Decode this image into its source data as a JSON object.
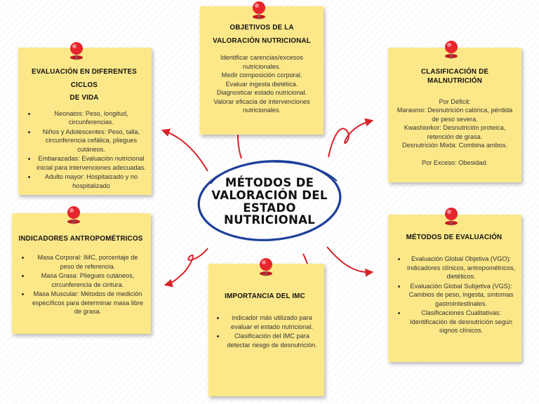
{
  "center": {
    "lines": [
      "MÉTODOS DE",
      "VALORACIÓN DEL",
      "ESTADO NUTRICIONAL"
    ]
  },
  "notes": {
    "objetivos": {
      "title_lines": [
        "OBJETIVOS DE LA",
        "VALORACIÓN NUTRICIONAL"
      ],
      "lines": [
        "Identificar carencias/excesos nutricionales.",
        "Medir composición corporal.",
        "Evaluar ingesta dietética.",
        "Diagnosticar estado nutricional.",
        "Valorar eficacia de intervenciones nutricionales."
      ]
    },
    "evaluacion": {
      "title_lines": [
        "EVALUACIÓN EN DIFERENTES CICLOS",
        "DE VIDA"
      ],
      "items": [
        "Neonatos: Peso, longitud, circunferencias.",
        "Niños y Adolescentes: Peso, talla, circunferencia cefálica, pliegues cutáneos.",
        "Embarazadas: Evaluación nutricional inicial para intervenciones adecuadas.",
        "Adulto mayor: Hospitaizado y no hospitalizado"
      ]
    },
    "clasificacion": {
      "title_lines": [
        "CLASIFICACIÓN DE MALNUTRICIÓN"
      ],
      "lines": [
        "Por Déficit:",
        "Marasmo: Desnutrición calórica, pérdida de peso severa.",
        "Kwashiorkor: Desnutrición proteica, retención de grasa.",
        "Desnutrición Mixta: Combina ambos.",
        "",
        "Por Exceso: Obesidad."
      ]
    },
    "indicadores": {
      "title_lines": [
        "INDICADORES ANTROPOMÉTRICOS"
      ],
      "items": [
        "Masa Corporal: IMC, porcentaje de peso de referencia.",
        "Masa Grasa: Pliegues cutáneos, circunferencia de cintura.",
        "Masa Muscular: Métodos de medición específicos para determinar masa libre de grasa."
      ]
    },
    "importancia": {
      "title_lines": [
        "IMPORTANCIA DEL IMC"
      ],
      "items": [
        "indicador más utilizado para evaluar el estado nutricional.",
        "Clasificación del IMC para detectar riesgo de desnutrición."
      ]
    },
    "metodos": {
      "title_lines": [
        "MÉTODOS DE EVALUACIÓN"
      ],
      "items": [
        "Evaluación Global Objetiva (VGO): Indicadores clínicos, antropométricos, dietéticos.",
        "Evaluación Global Subjetiva (VGS): Cambios de peso, ingesta, síntomas gastrointestinales.",
        "Clasificaciones Cualitativas: Identificación de desnutrición según signos clínicos."
      ]
    }
  },
  "colors": {
    "note": "#fde889",
    "pin": "#e8242c",
    "arrow": "#d8232a",
    "ring": "#1d3f9a"
  }
}
